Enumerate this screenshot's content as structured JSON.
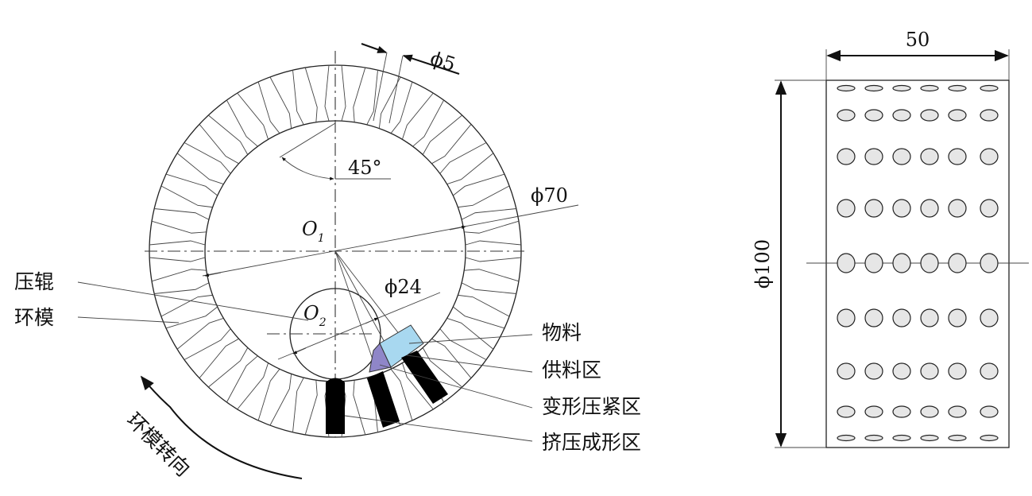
{
  "left": {
    "labels": {
      "roller": "压辊",
      "ring_die": "环模",
      "material": "物料",
      "feed_zone": "供料区",
      "deform_zone": "变形压紧区",
      "extrude_zone": "挤压成形区",
      "rotation": "环模转向"
    },
    "dims": {
      "hole": "ϕ5",
      "angle": "45°",
      "inner": "ϕ70",
      "roller": "ϕ24"
    },
    "centers": {
      "o": "O",
      "o1_sub": "1",
      "o2_sub": "2"
    }
  },
  "right": {
    "dims": {
      "width": "50",
      "diameter": "ϕ100"
    }
  },
  "colors": {
    "material": "#a8d8f0",
    "deform": "#8f86c8",
    "extruded": "#000000"
  }
}
